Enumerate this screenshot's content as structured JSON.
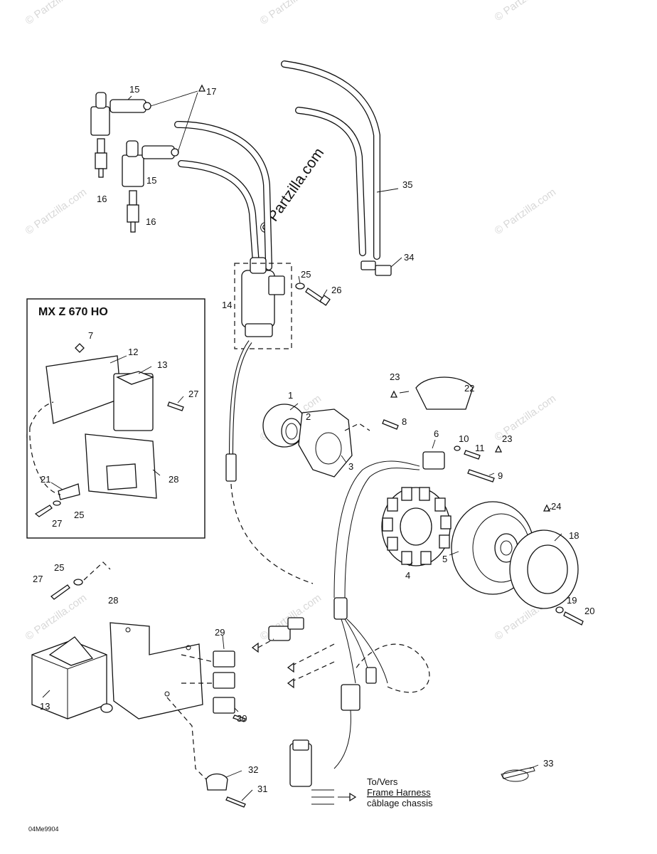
{
  "diagram": {
    "watermark_main": "© Partzilla.com",
    "watermark_repeat": "© Partzilla.com",
    "inset_title": "MX Z 670 HO",
    "harness_note": {
      "line1": "To/Vers",
      "line2": "Frame Harness",
      "line3": "câblage chassis"
    },
    "figure_code": "04Me9904",
    "callouts": [
      "15",
      "17",
      "16",
      "15",
      "16",
      "35",
      "34",
      "25",
      "26",
      "14",
      "12",
      "13",
      "27",
      "28",
      "21",
      "25",
      "27",
      "23",
      "22",
      "1",
      "2",
      "8",
      "3",
      "6",
      "10",
      "11",
      "23",
      "9",
      "24",
      "18",
      "5",
      "4",
      "25",
      "27",
      "28",
      "29",
      "19",
      "20",
      "13",
      "30",
      "32",
      "31",
      "33",
      "7"
    ]
  }
}
